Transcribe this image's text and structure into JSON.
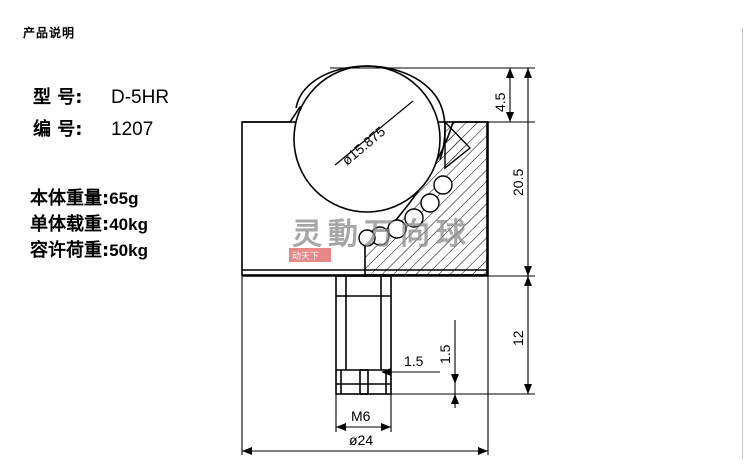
{
  "header": {
    "title": "产品说明"
  },
  "specs": [
    {
      "label": "型    号:",
      "value": "D-5HR"
    },
    {
      "label": "编    号:",
      "value": "1207"
    }
  ],
  "weights": [
    {
      "label": "本体重量:",
      "value": "65g"
    },
    {
      "label": "单体载重:",
      "value": "40kg"
    },
    {
      "label": "容许荷重:",
      "value": "50kg"
    }
  ],
  "dimensions": {
    "ball_diameter": "ø15.875",
    "top_protrusion": "4.5",
    "body_height": "20.5",
    "stud_height": "12",
    "slot_width": "1.5",
    "slot_depth": "1.5",
    "thread": "M6",
    "body_diameter": "ø24"
  },
  "watermark": {
    "brand": "灵動万向球",
    "sub": "动天下"
  },
  "colors": {
    "line": "#000000",
    "watermark": "#8a8a8a",
    "stamp": "#e06060"
  }
}
